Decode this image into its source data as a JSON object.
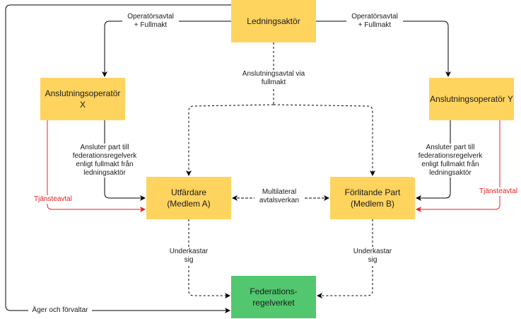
{
  "nodes": {
    "ledningsaktor": "Ledningsaktör",
    "operator_x": "Anslutningsoperatör\nX",
    "operator_y": "Anslutningsoperatör Y",
    "utfardare": "Utfärdare\n(Medlem A)",
    "forlitande": "Förlitande Part\n(Medlem B)",
    "federation": "Federations-\nregelverket"
  },
  "edges": {
    "operator_left": "Operatörsavtal\n+ Fullmakt",
    "operator_right": "Operatörsavtal\n+ Fullmakt",
    "anslutningsavtal": "Anslutningsavtal via\nfullmakt",
    "ansluter_left": "Ansluter part till\nfederationsregelverk\nenligt fullmakt från\nledningsaktör",
    "ansluter_right": "Ansluter part till\nfederationsregelverk\nenligt fullmakt från\nledningsaktör",
    "tjansteavtal_left": "Tjänsteavtal",
    "tjansteavtal_right": "Tjänsteavtal",
    "multilateral": "Multilateral\navtalsverkan",
    "underkastar_left": "Underkastar\nsig",
    "underkastar_right": "Underkastar\nsig",
    "ager": "Äger och förvaltar"
  },
  "colors": {
    "node_yellow": "#fed45f",
    "node_green": "#52c76f",
    "edge_black": "#000000",
    "edge_red": "#ee1c1c"
  }
}
